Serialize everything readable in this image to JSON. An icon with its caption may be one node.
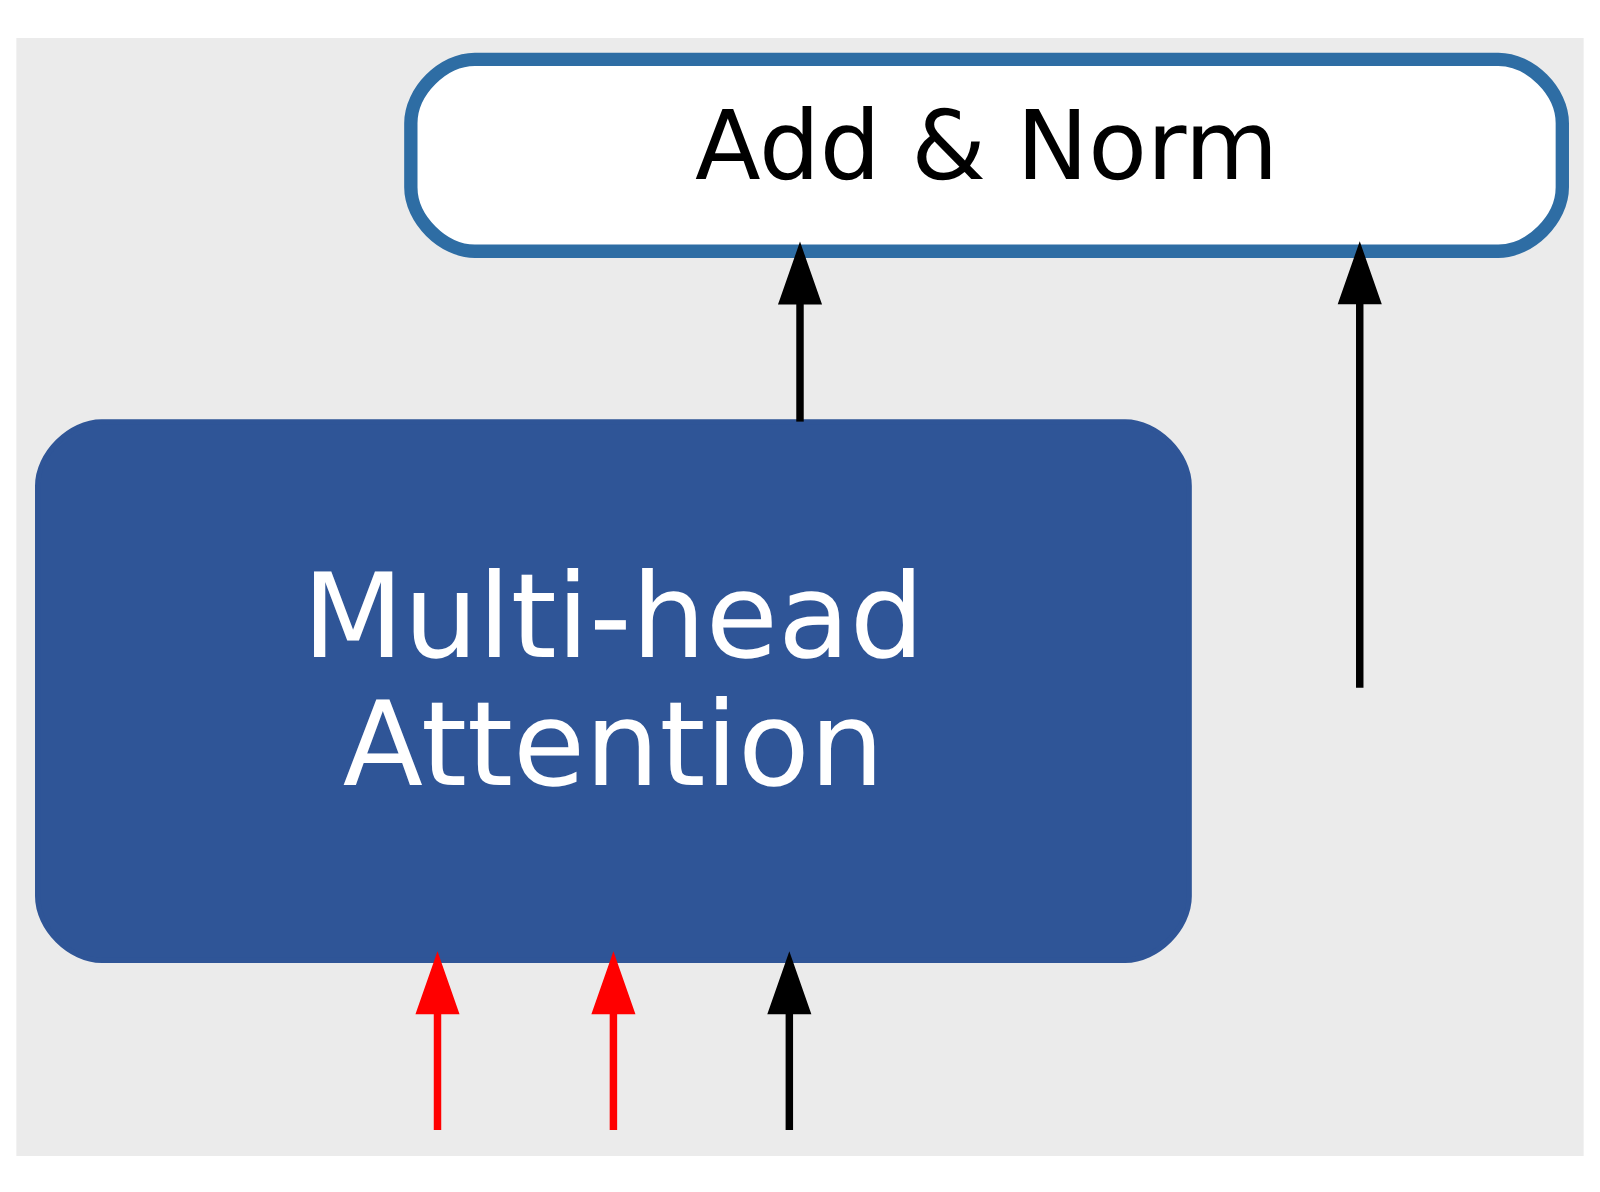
{
  "diagram": {
    "nodes": [
      {
        "text": [
          "Add & Norm"
        ]
      },
      {
        "text": [
          "Multi-head Attention"
        ]
      }
    ],
    "edges": [
      {
        "from": 1,
        "to": 0,
        "arrow": "to"
      },
      {
        "from": null,
        "to": 1,
        "arrow": "to",
        "color": "#ff0000"
      },
      {
        "from": null,
        "to": 1,
        "arrow": "to",
        "color": "#ff0000"
      },
      {
        "from": null,
        "to": 1,
        "arrow": "to"
      },
      {
        "from": null,
        "to": 0,
        "arrow": "to"
      }
    ]
  }
}
